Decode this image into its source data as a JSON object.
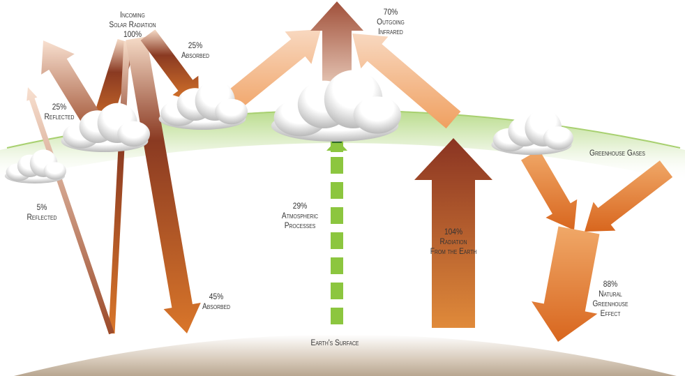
{
  "title": "Earth's Energy Balance",
  "labels": {
    "incoming": {
      "line1": "Incoming",
      "line2": "Solar Radiation",
      "value": "100%"
    },
    "absorbed_atmosphere": {
      "value": "25%",
      "text": "Absorbed"
    },
    "reflected_clouds": {
      "value": "25%",
      "text": "Reflected"
    },
    "reflected_surface": {
      "value": "5%",
      "text": "Reflected"
    },
    "absorbed_surface": {
      "value": "45%",
      "text": "Absorbed"
    },
    "outgoing": {
      "value": "70%",
      "line1": "Outgoing",
      "line2": "Infrared"
    },
    "atmospheric": {
      "value": "29%",
      "line1": "Atmospheric",
      "line2": "Processes"
    },
    "radiation_earth": {
      "value": "104%",
      "line1": "Radiation",
      "line2": "From the Earth"
    },
    "greenhouse_gases": {
      "text": "Greenhouse Gases"
    },
    "greenhouse_effect": {
      "value": "88%",
      "line1": "Natural",
      "line2": "Greenhouse",
      "line3": "Effect"
    },
    "surface": {
      "text": "Earth's Surface"
    }
  },
  "colors": {
    "dark_brown": "#8a3a22",
    "orange": "#d9762a",
    "light_orange": "#f0b080",
    "green": "#8cc63f",
    "dark_green": "#2e6b2a"
  }
}
